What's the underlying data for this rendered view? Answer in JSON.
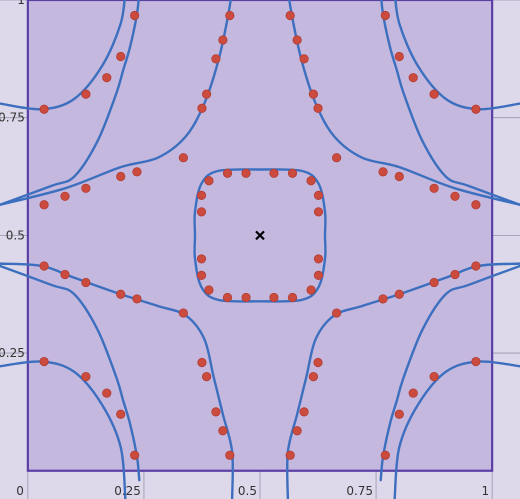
{
  "chart_data": {
    "type": "contour",
    "xlim": [
      -0.06,
      1.06
    ],
    "ylim": [
      -0.06,
      1.0
    ],
    "x_ticks": [
      {
        "value": 0,
        "label": "0"
      },
      {
        "value": 0.25,
        "label": "0.25"
      },
      {
        "value": 0.5,
        "label": "0.5"
      },
      {
        "value": 0.75,
        "label": "0.75"
      },
      {
        "value": 1,
        "label": "1"
      }
    ],
    "y_ticks": [
      {
        "value": 0.25,
        "label": "0.25"
      },
      {
        "value": 0.5,
        "label": "0.5"
      },
      {
        "value": 0.75,
        "label": "0.75"
      },
      {
        "value": 1,
        "label": "1"
      }
    ],
    "grid": true,
    "region": {
      "x0": 0,
      "y0": 0,
      "x1": 1,
      "y1": 1
    },
    "marker": {
      "x": 0.5,
      "y": 0.5,
      "symbol": "x"
    },
    "curves": {
      "ring": [
        [
          0.5,
          0.64
        ],
        [
          0.59,
          0.637
        ],
        [
          0.626,
          0.61
        ],
        [
          0.64,
          0.55
        ],
        [
          0.64,
          0.5
        ],
        [
          0.64,
          0.45
        ],
        [
          0.626,
          0.39
        ],
        [
          0.59,
          0.363
        ],
        [
          0.5,
          0.36
        ],
        [
          0.41,
          0.363
        ],
        [
          0.374,
          0.39
        ],
        [
          0.36,
          0.45
        ],
        [
          0.36,
          0.5
        ],
        [
          0.36,
          0.55
        ],
        [
          0.374,
          0.61
        ],
        [
          0.41,
          0.637
        ],
        [
          0.5,
          0.64
        ]
      ],
      "left_arm": [
        [
          0.24,
          1.02
        ],
        [
          0.235,
          0.97
        ],
        [
          0.22,
          0.9
        ],
        [
          0.205,
          0.85
        ],
        [
          0.19,
          0.8
        ],
        [
          0.15,
          0.7
        ],
        [
          0.1,
          0.625
        ],
        [
          0.05,
          0.605
        ],
        [
          -0.06,
          0.565
        ]
      ],
      "top_arm": [
        [
          0.44,
          1.02
        ],
        [
          0.43,
          0.96
        ],
        [
          0.41,
          0.87
        ],
        [
          0.38,
          0.78
        ],
        [
          0.34,
          0.71
        ],
        [
          0.28,
          0.665
        ],
        [
          0.2,
          0.645
        ],
        [
          0.08,
          0.6
        ],
        [
          -0.06,
          0.565
        ]
      ],
      "corner_tl": [
        [
          -0.06,
          0.78
        ],
        [
          0.03,
          0.768
        ],
        [
          0.1,
          0.79
        ],
        [
          0.16,
          0.86
        ],
        [
          0.2,
          0.95
        ],
        [
          0.21,
          1.02
        ]
      ],
      "bottom_left": [
        [
          -0.06,
          0.44
        ],
        [
          0.03,
          0.435
        ],
        [
          0.1,
          0.41
        ],
        [
          0.2,
          0.375
        ],
        [
          0.28,
          0.35
        ],
        [
          0.34,
          0.33
        ],
        [
          0.38,
          0.28
        ],
        [
          0.4,
          0.2
        ],
        [
          0.42,
          0.12
        ],
        [
          0.44,
          0.04
        ],
        [
          0.44,
          -0.06
        ]
      ],
      "corner_bl": [
        [
          -0.06,
          0.222
        ],
        [
          0.03,
          0.232
        ],
        [
          0.1,
          0.21
        ],
        [
          0.16,
          0.14
        ],
        [
          0.2,
          0.05
        ],
        [
          0.21,
          -0.06
        ]
      ]
    },
    "points": [
      [
        0.47,
        0.632
      ],
      [
        0.43,
        0.632
      ],
      [
        0.39,
        0.616
      ],
      [
        0.374,
        0.585
      ],
      [
        0.374,
        0.55
      ],
      [
        0.374,
        0.45
      ],
      [
        0.374,
        0.415
      ],
      [
        0.39,
        0.384
      ],
      [
        0.43,
        0.368
      ],
      [
        0.47,
        0.368
      ],
      [
        0.23,
        0.967
      ],
      [
        0.2,
        0.88
      ],
      [
        0.17,
        0.835
      ],
      [
        0.125,
        0.8
      ],
      [
        0.035,
        0.768
      ],
      [
        0.435,
        0.967
      ],
      [
        0.42,
        0.915
      ],
      [
        0.405,
        0.875
      ],
      [
        0.385,
        0.8
      ],
      [
        0.375,
        0.77
      ],
      [
        0.335,
        0.665
      ],
      [
        0.235,
        0.635
      ],
      [
        0.2,
        0.625
      ],
      [
        0.125,
        0.6
      ],
      [
        0.08,
        0.583
      ],
      [
        0.035,
        0.565
      ],
      [
        0.035,
        0.435
      ],
      [
        0.08,
        0.417
      ],
      [
        0.125,
        0.4
      ],
      [
        0.2,
        0.375
      ],
      [
        0.235,
        0.365
      ],
      [
        0.335,
        0.335
      ],
      [
        0.375,
        0.23
      ],
      [
        0.385,
        0.2
      ],
      [
        0.405,
        0.125
      ],
      [
        0.42,
        0.085
      ],
      [
        0.435,
        0.033
      ],
      [
        0.035,
        0.232
      ],
      [
        0.125,
        0.2
      ],
      [
        0.17,
        0.165
      ],
      [
        0.2,
        0.12
      ],
      [
        0.23,
        0.033
      ]
    ]
  }
}
